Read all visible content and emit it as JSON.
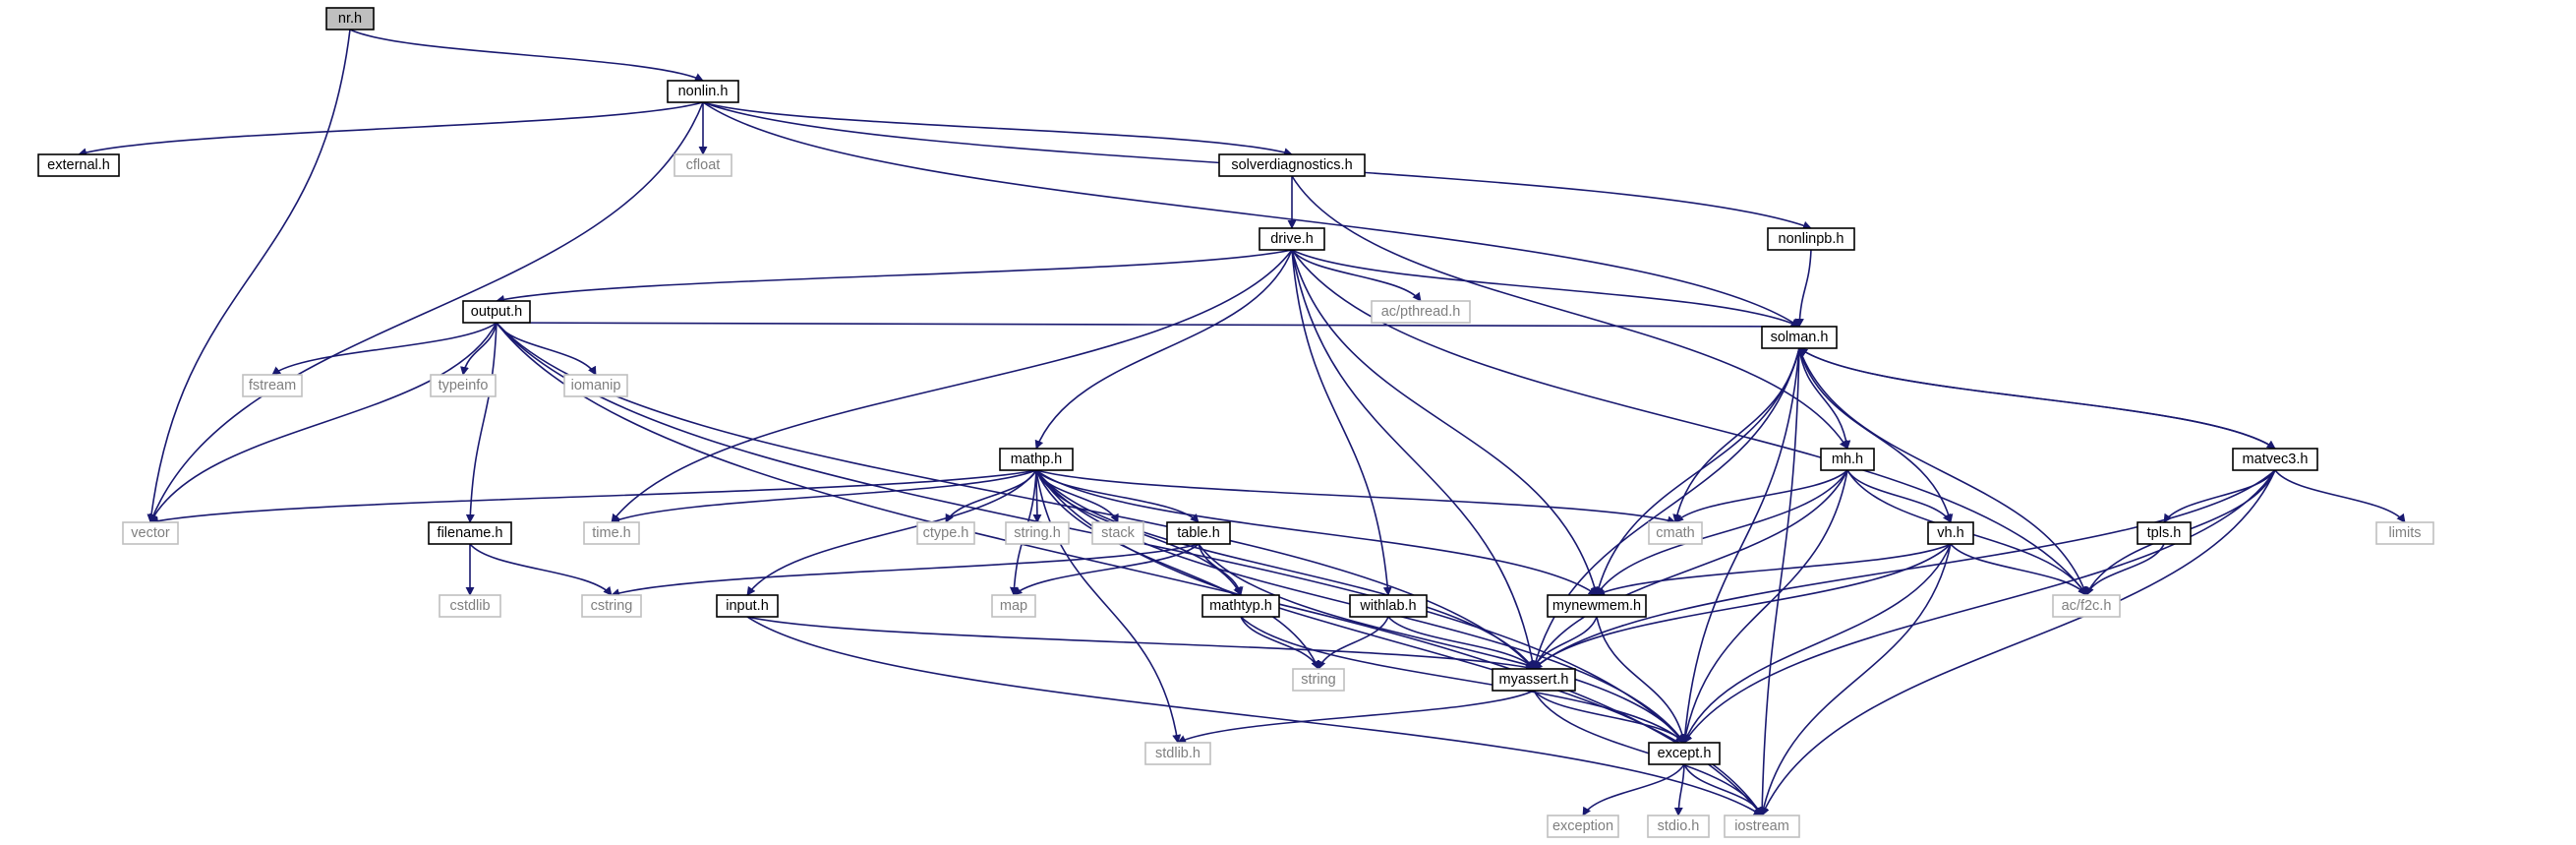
{
  "colors": {
    "edge": "#191970",
    "internal_border": "#000000",
    "external_border": "#bfbfbf",
    "root_fill": "#bfbfbf",
    "internal_text": "#000000",
    "external_text": "#7f7f7f"
  },
  "nodes": [
    {
      "id": "nr",
      "label": "nr.h",
      "kind": "root"
    },
    {
      "id": "nonlin",
      "label": "nonlin.h",
      "kind": "internal"
    },
    {
      "id": "external",
      "label": "external.h",
      "kind": "internal"
    },
    {
      "id": "cfloat",
      "label": "cfloat",
      "kind": "external"
    },
    {
      "id": "solverdiag",
      "label": "solverdiagnostics.h",
      "kind": "internal"
    },
    {
      "id": "nonlinpb",
      "label": "nonlinpb.h",
      "kind": "internal"
    },
    {
      "id": "drive",
      "label": "drive.h",
      "kind": "internal"
    },
    {
      "id": "output",
      "label": "output.h",
      "kind": "internal"
    },
    {
      "id": "pthread",
      "label": "ac/pthread.h",
      "kind": "external"
    },
    {
      "id": "fstream",
      "label": "fstream",
      "kind": "external"
    },
    {
      "id": "typeinfo",
      "label": "typeinfo",
      "kind": "external"
    },
    {
      "id": "iomanip",
      "label": "iomanip",
      "kind": "external"
    },
    {
      "id": "solman",
      "label": "solman.h",
      "kind": "internal"
    },
    {
      "id": "mathp",
      "label": "mathp.h",
      "kind": "internal"
    },
    {
      "id": "mh",
      "label": "mh.h",
      "kind": "internal"
    },
    {
      "id": "matvec3",
      "label": "matvec3.h",
      "kind": "internal"
    },
    {
      "id": "vector",
      "label": "vector",
      "kind": "external"
    },
    {
      "id": "timeh",
      "label": "time.h",
      "kind": "external"
    },
    {
      "id": "filename",
      "label": "filename.h",
      "kind": "internal"
    },
    {
      "id": "ctype",
      "label": "ctype.h",
      "kind": "external"
    },
    {
      "id": "stringh",
      "label": "string.h",
      "kind": "external"
    },
    {
      "id": "stack",
      "label": "stack",
      "kind": "external"
    },
    {
      "id": "table",
      "label": "table.h",
      "kind": "internal"
    },
    {
      "id": "cmath",
      "label": "cmath",
      "kind": "external"
    },
    {
      "id": "vh",
      "label": "vh.h",
      "kind": "internal"
    },
    {
      "id": "tpls",
      "label": "tpls.h",
      "kind": "internal"
    },
    {
      "id": "limits",
      "label": "limits",
      "kind": "external"
    },
    {
      "id": "cstdlib",
      "label": "cstdlib",
      "kind": "external"
    },
    {
      "id": "cstring",
      "label": "cstring",
      "kind": "external"
    },
    {
      "id": "input",
      "label": "input.h",
      "kind": "internal"
    },
    {
      "id": "map",
      "label": "map",
      "kind": "external"
    },
    {
      "id": "mathtyp",
      "label": "mathtyp.h",
      "kind": "internal"
    },
    {
      "id": "withlab",
      "label": "withlab.h",
      "kind": "internal"
    },
    {
      "id": "mynewmem",
      "label": "mynewmem.h",
      "kind": "internal"
    },
    {
      "id": "f2c",
      "label": "ac/f2c.h",
      "kind": "external"
    },
    {
      "id": "string",
      "label": "string",
      "kind": "external"
    },
    {
      "id": "myassert",
      "label": "myassert.h",
      "kind": "internal"
    },
    {
      "id": "stdlib",
      "label": "stdlib.h",
      "kind": "external"
    },
    {
      "id": "except",
      "label": "except.h",
      "kind": "internal"
    },
    {
      "id": "exception",
      "label": "exception",
      "kind": "external"
    },
    {
      "id": "stdio",
      "label": "stdio.h",
      "kind": "external"
    },
    {
      "id": "iostream",
      "label": "iostream",
      "kind": "external"
    }
  ],
  "edges": [
    [
      "nr",
      "nonlin"
    ],
    [
      "nr",
      "vector"
    ],
    [
      "nonlin",
      "external"
    ],
    [
      "nonlin",
      "cfloat"
    ],
    [
      "nonlin",
      "solverdiag"
    ],
    [
      "nonlin",
      "nonlinpb"
    ],
    [
      "nonlin",
      "solman"
    ],
    [
      "nonlin",
      "vector"
    ],
    [
      "solverdiag",
      "drive"
    ],
    [
      "solverdiag",
      "mh"
    ],
    [
      "nonlinpb",
      "solman"
    ],
    [
      "drive",
      "output"
    ],
    [
      "drive",
      "pthread"
    ],
    [
      "drive",
      "solman"
    ],
    [
      "drive",
      "mathp"
    ],
    [
      "drive",
      "timeh"
    ],
    [
      "drive",
      "withlab"
    ],
    [
      "drive",
      "mynewmem"
    ],
    [
      "drive",
      "f2c"
    ],
    [
      "drive",
      "myassert"
    ],
    [
      "output",
      "fstream"
    ],
    [
      "output",
      "typeinfo"
    ],
    [
      "output",
      "iomanip"
    ],
    [
      "output",
      "filename"
    ],
    [
      "output",
      "vector"
    ],
    [
      "output",
      "myassert"
    ],
    [
      "output",
      "except"
    ],
    [
      "output",
      "iostream"
    ],
    [
      "output",
      "solman"
    ],
    [
      "solman",
      "mh"
    ],
    [
      "solman",
      "matvec3"
    ],
    [
      "solman",
      "vh"
    ],
    [
      "solman",
      "cmath"
    ],
    [
      "solman",
      "f2c"
    ],
    [
      "solman",
      "mynewmem"
    ],
    [
      "solman",
      "myassert"
    ],
    [
      "solman",
      "except"
    ],
    [
      "solman",
      "iostream"
    ],
    [
      "matvec3",
      "solman"
    ],
    [
      "matvec3",
      "tpls"
    ],
    [
      "matvec3",
      "limits"
    ],
    [
      "matvec3",
      "f2c"
    ],
    [
      "matvec3",
      "myassert"
    ],
    [
      "matvec3",
      "except"
    ],
    [
      "matvec3",
      "iostream"
    ],
    [
      "mh",
      "cmath"
    ],
    [
      "mh",
      "vh"
    ],
    [
      "mh",
      "f2c"
    ],
    [
      "mh",
      "mynewmem"
    ],
    [
      "mh",
      "myassert"
    ],
    [
      "mh",
      "except"
    ],
    [
      "vh",
      "f2c"
    ],
    [
      "vh",
      "mynewmem"
    ],
    [
      "vh",
      "myassert"
    ],
    [
      "vh",
      "except"
    ],
    [
      "vh",
      "iostream"
    ],
    [
      "tpls",
      "f2c"
    ],
    [
      "mathp",
      "vector"
    ],
    [
      "mathp",
      "timeh"
    ],
    [
      "mathp",
      "ctype"
    ],
    [
      "mathp",
      "stringh"
    ],
    [
      "mathp",
      "stack"
    ],
    [
      "mathp",
      "table"
    ],
    [
      "mathp",
      "cmath"
    ],
    [
      "mathp",
      "input"
    ],
    [
      "mathp",
      "map"
    ],
    [
      "mathp",
      "mathtyp"
    ],
    [
      "mathp",
      "string"
    ],
    [
      "mathp",
      "mynewmem"
    ],
    [
      "mathp",
      "myassert"
    ],
    [
      "mathp",
      "stdlib"
    ],
    [
      "mathp",
      "except"
    ],
    [
      "mathp",
      "iostream"
    ],
    [
      "filename",
      "cstdlib"
    ],
    [
      "filename",
      "cstring"
    ],
    [
      "table",
      "cstring"
    ],
    [
      "table",
      "map"
    ],
    [
      "table",
      "mathtyp"
    ],
    [
      "table",
      "except"
    ],
    [
      "input",
      "myassert"
    ],
    [
      "input",
      "iostream"
    ],
    [
      "mathtyp",
      "string"
    ],
    [
      "mathtyp",
      "except"
    ],
    [
      "withlab",
      "string"
    ],
    [
      "withlab",
      "myassert"
    ],
    [
      "mynewmem",
      "myassert"
    ],
    [
      "mynewmem",
      "except"
    ],
    [
      "myassert",
      "stdlib"
    ],
    [
      "myassert",
      "except"
    ],
    [
      "myassert",
      "iostream"
    ],
    [
      "except",
      "exception"
    ],
    [
      "except",
      "stdio"
    ],
    [
      "except",
      "iostream"
    ]
  ]
}
